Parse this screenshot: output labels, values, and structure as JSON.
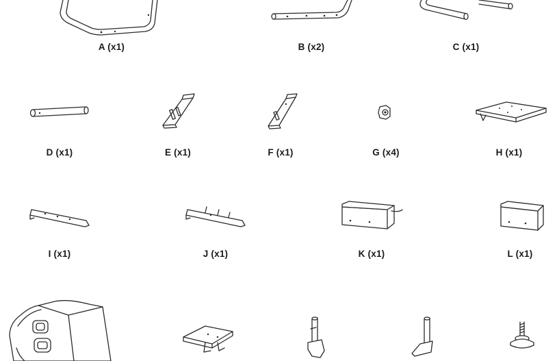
{
  "parts": [
    {
      "id": "a",
      "label": "A (x1)"
    },
    {
      "id": "b",
      "label": "B (x2)"
    },
    {
      "id": "c",
      "label": "C (x1)"
    },
    {
      "id": "d",
      "label": "D (x1)"
    },
    {
      "id": "e",
      "label": "E (x1)"
    },
    {
      "id": "f",
      "label": "F (x1)"
    },
    {
      "id": "g",
      "label": "G (x4)"
    },
    {
      "id": "h",
      "label": "H (x1)"
    },
    {
      "id": "i",
      "label": "I (x1)"
    },
    {
      "id": "j",
      "label": "J (x1)"
    },
    {
      "id": "k",
      "label": "K (x1)"
    },
    {
      "id": "l",
      "label": "L (x1)"
    }
  ]
}
